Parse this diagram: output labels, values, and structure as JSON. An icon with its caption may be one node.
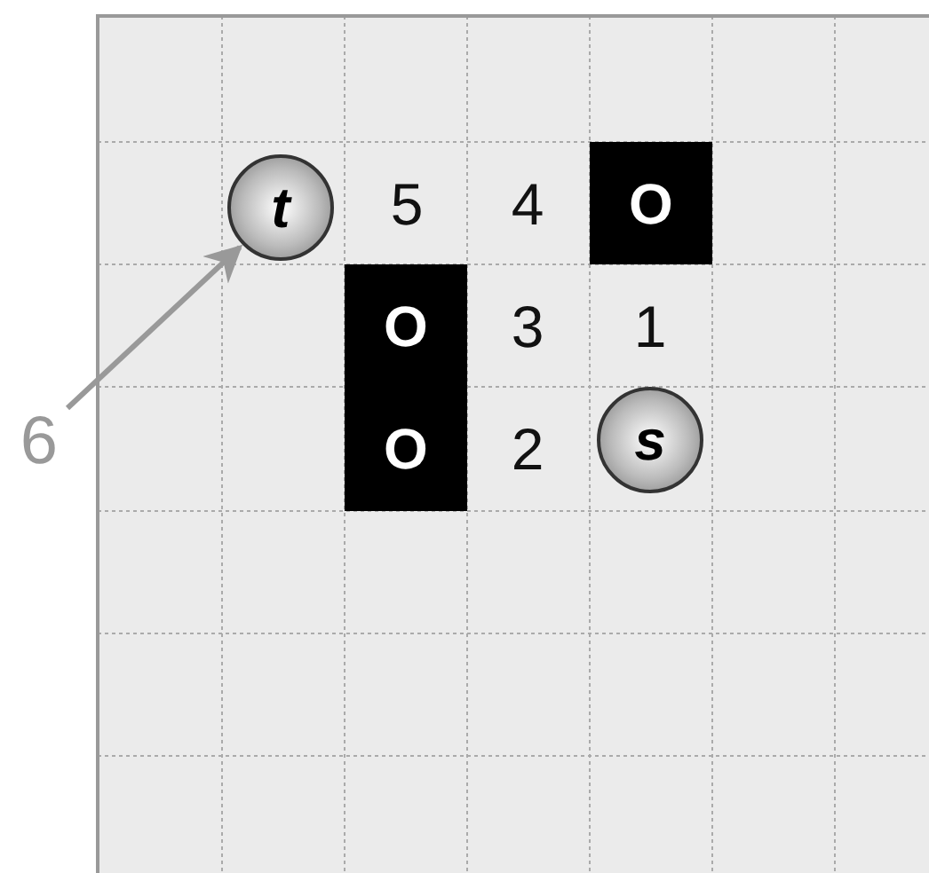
{
  "diagram": {
    "nodes": [
      {
        "text": [
          "t"
        ]
      },
      {
        "text": [
          "O"
        ]
      },
      {
        "text": [
          "O"
        ]
      },
      {
        "text": [
          "O"
        ]
      },
      {
        "text": [
          "s"
        ]
      },
      {
        "text": [
          "6"
        ]
      }
    ],
    "edges": [
      {
        "from": 5,
        "to": 0,
        "arrow": "to",
        "color": "#999999"
      }
    ],
    "labels": [
      "5",
      "4",
      "3",
      "1",
      "2"
    ]
  }
}
